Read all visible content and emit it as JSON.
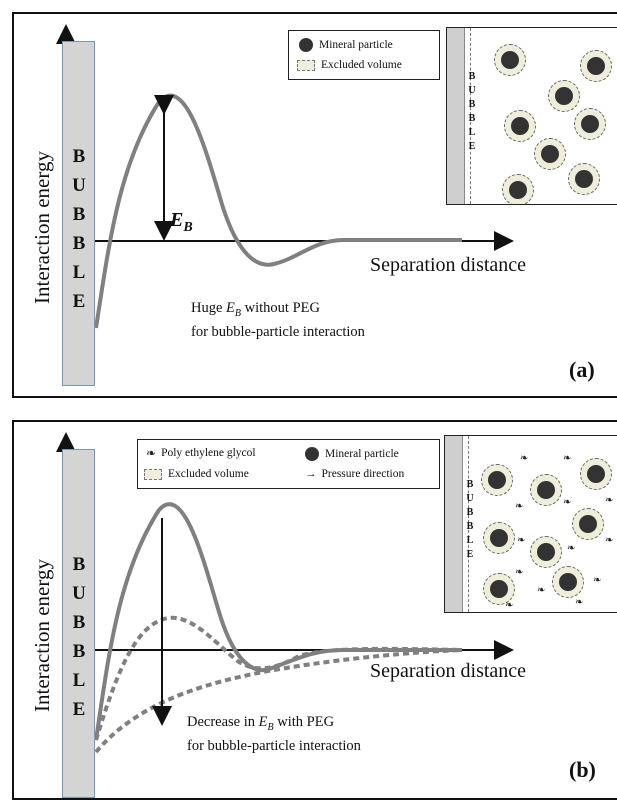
{
  "panel_a": {
    "label": "(a)",
    "ylabel": "Interaction energy",
    "xlabel": "Separation distance",
    "bubble_letters": [
      "B",
      "U",
      "B",
      "B",
      "L",
      "E"
    ],
    "eb_symbol": "E",
    "eb_sub": "B",
    "note_line1_pre": "Huge ",
    "note_line1_post": " without PEG",
    "note_line2": "for bubble-particle interaction",
    "legend": {
      "mineral": "Mineral particle",
      "excluded": "Excluded volume"
    },
    "inset_letters": [
      "B",
      "U",
      "B",
      "B",
      "L",
      "E"
    ]
  },
  "panel_b": {
    "label": "(b)",
    "ylabel": "Interaction energy",
    "xlabel": "Separation distance",
    "bubble_letters": [
      "B",
      "U",
      "B",
      "B",
      "L",
      "E"
    ],
    "note_line1_pre": "Decrease in ",
    "note_line1_post": " with PEG",
    "note_line2": "for bubble-particle interaction",
    "legend": {
      "peg": "Poly ethylene glycol",
      "mineral": "Mineral particle",
      "excluded": "Excluded volume",
      "pressure": "Pressure direction"
    },
    "inset_letters": [
      "B",
      "U",
      "B",
      "B",
      "L",
      "E"
    ]
  },
  "colors": {
    "curve": "#808080",
    "particle": "#333333",
    "excluded_fill": "#efeedb",
    "bubble_wall": "#d4d4d4"
  },
  "icons": {
    "peg": "peg-coil-icon",
    "mineral": "mineral-particle-icon",
    "pressure": "arrow-right-icon"
  }
}
